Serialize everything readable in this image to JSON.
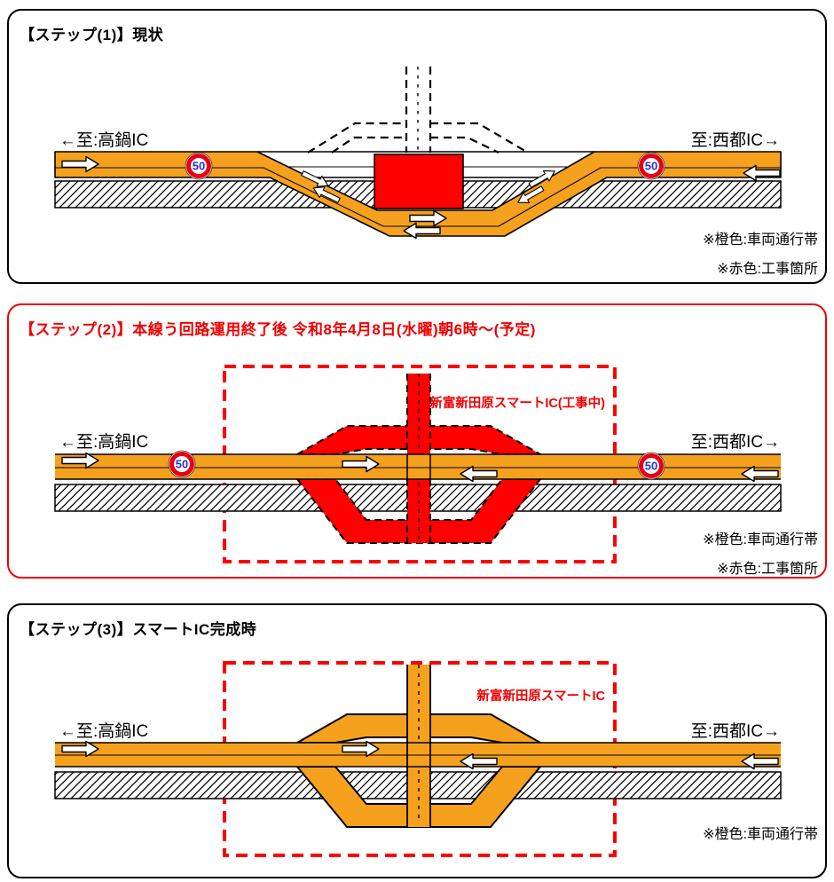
{
  "labels": {
    "to_takanabe": "←至:高鍋IC",
    "to_saito": "至:西都IC→",
    "speed_limit": "50",
    "legend_orange": "※橙色:車両通行帯",
    "legend_red": "※赤色:工事箇所"
  },
  "panels": {
    "step1": {
      "title": "【ステップ(1)】現状"
    },
    "step2": {
      "title": "【ステップ(2)】本線う回路運用終了後 令和8年4月8日(水曜)朝6時～(予定)",
      "ic_label": "新富新田原スマートIC(工事中)"
    },
    "step3": {
      "title": "【ステップ(3)】スマートIC完成時",
      "ic_label": "新富新田原スマートIC"
    }
  },
  "colors": {
    "road_orange": "#F5A11E",
    "construction_red": "#FF0000",
    "accent_red_border": "#F00000",
    "sign_ring_red": "#E60012",
    "sign_digit_blue": "#2233CC",
    "outline_black": "#000000"
  }
}
